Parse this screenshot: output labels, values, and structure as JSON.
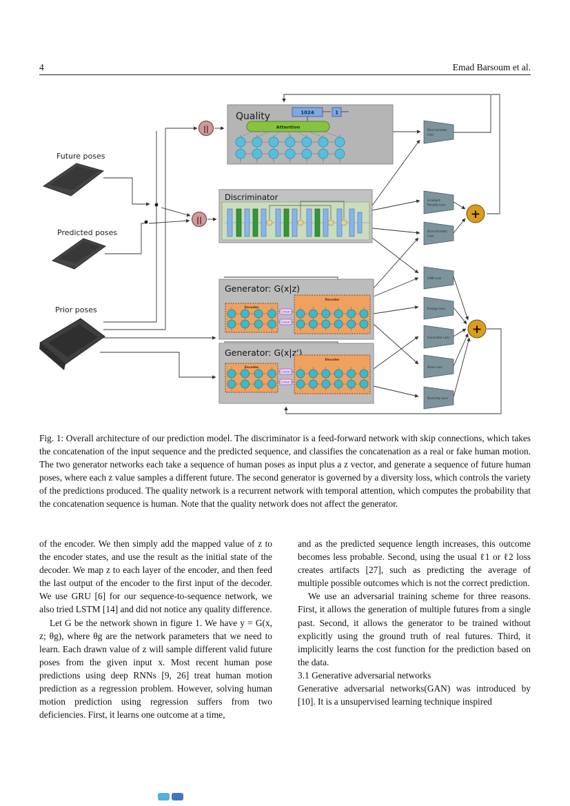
{
  "page": {
    "number": "4",
    "running_head": "Emad Barsoum et al."
  },
  "figure": {
    "pose_labels": {
      "future": "Future poses",
      "predicted": "Predicted poses",
      "prior": "Prior poses"
    },
    "concat_label": "||",
    "plus_label": "+",
    "quality": {
      "title": "Quality",
      "attention": "Attention",
      "fc1": "1024",
      "fc2": "1"
    },
    "discriminator": {
      "title": "Discriminator"
    },
    "generator1": {
      "title": "Generator: G(x|z)",
      "encoder": "Encoder",
      "decoder": "Decoder",
      "linear": "Linear"
    },
    "generator2": {
      "title": "Generator: G(x|z')",
      "encoder": "Encoder",
      "decoder": "Decoder",
      "linear": "Linear"
    },
    "losses": [
      [
        "Discriminator",
        "Loss"
      ],
      [
        "Gradient",
        "Penalty Loss"
      ],
      [
        "Discriminator",
        "Loss"
      ],
      [
        "GAN Loss"
      ],
      [
        "Energy Loss"
      ],
      [
        "Generator Loss"
      ],
      [
        "Bone Loss"
      ],
      [
        "Diversity Loss"
      ]
    ],
    "colors": {
      "box_gray": "#bcbcbc",
      "panel_green": "#ccdcbe",
      "node_blue": "#56bfdf",
      "node_teal": "#3fb8c8",
      "attention_green": "#86c440",
      "fc_blue": "#7fa8e0",
      "bar_blue": "#8ab4e8",
      "bar_green": "#35953a",
      "orange": "#f0a160",
      "linear_purple": "#e8d9f5",
      "trapezoid_slate": "#7e949c",
      "plus_gold": "#d99c1f",
      "concat_rose": "#cf9a9a",
      "pose_dark": "#454545"
    }
  },
  "caption": "Fig. 1: Overall architecture of our prediction model. The discriminator is a feed-forward network with skip connections, which takes the concatenation of the input sequence and the predicted sequence, and classifies the concatenation as a real or fake human motion. The two generator networks each take a sequence of human poses as input plus a z vector, and generate a sequence of future human poses, where each z value samples a different future. The second generator is governed by a diversity loss, which controls the variety of the predictions produced. The quality network is a recurrent network with temporal attention, which computes the probability that the concatenation sequence is human. Note that the quality network does not affect the generator.",
  "body": {
    "left": {
      "p1": "of the encoder. We then simply add the mapped value of z to the encoder states, and use the result as the initial state of the decoder. We map z to each layer of the encoder, and then feed the last output of the encoder to the first input of the decoder. We use GRU [6] for our sequence-to-sequence network, we also tried LSTM [14] and did not notice any quality difference.",
      "p2": "Let G be the network shown in figure 1. We have y = G(x, z; θg), where θg are the network parameters that we need to learn. Each drawn value of z will sample different valid future poses from the given input x. Most recent human pose predictions using deep RNNs [9, 26] treat human motion prediction as a regression problem. However, solving human motion prediction using regression suffers from two deficiencies. First, it learns one outcome at a time,"
    },
    "right": {
      "p1": "and as the predicted sequence length increases, this outcome becomes less probable. Second, using the usual ℓ1 or ℓ2 loss creates artifacts [27], such as predicting the average of multiple possible outcomes which is not the correct prediction.",
      "p2": "We use an adversarial training scheme for three reasons. First, it allows the generation of multiple futures from a single past. Second, it allows the generator to be trained without explicitly using the ground truth of real futures. Third, it implicitly learns the cost function for the prediction based on the data.",
      "heading": "3.1 Generative adversarial networks",
      "p3": "Generative adversarial networks(GAN) was introduced by [10]. It is a unsupervised learning technique inspired"
    }
  }
}
